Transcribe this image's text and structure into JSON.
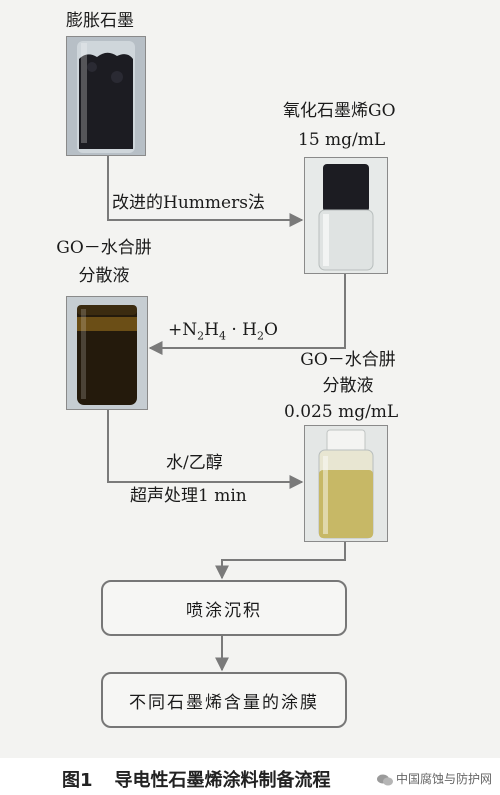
{
  "steps": {
    "expanded_graphite": "膨胀石墨",
    "go_name": "氧化石墨烯GO",
    "go_conc": "15 mg/mL",
    "hummers": "改进的Hummers法",
    "go_hydrazine_1_line1": "GO－水合肼",
    "go_hydrazine_1_line2": "分散液",
    "hydrazine_add_prefix": "+N",
    "hydrazine_sub1": "2",
    "hydrazine_mid": "H",
    "hydrazine_sub2": "4",
    "hydrazine_suffix": " · H",
    "hydrazine_sub3": "2",
    "hydrazine_end": "O",
    "go_hydrazine_2_line1": "GO－水合肼",
    "go_hydrazine_2_line2": "分散液",
    "go_hydrazine_2_conc": "0.025 mg/mL",
    "solvent": "水/乙醇",
    "ultrasound": "超声处理1 min",
    "spray": "喷涂沉积",
    "film": "不同石墨烯含量的涂膜"
  },
  "caption": {
    "figure": "图1",
    "title": "导电性石墨烯涂料制备流程"
  },
  "watermark": "中国腐蚀与防护网",
  "colors": {
    "line": "#7a7a7a",
    "graphite_dark": "#1c1c22",
    "go_light": "#dfe3e2",
    "dispersion_dark": "#3a2a10",
    "dispersion_light": "#c7b866"
  }
}
